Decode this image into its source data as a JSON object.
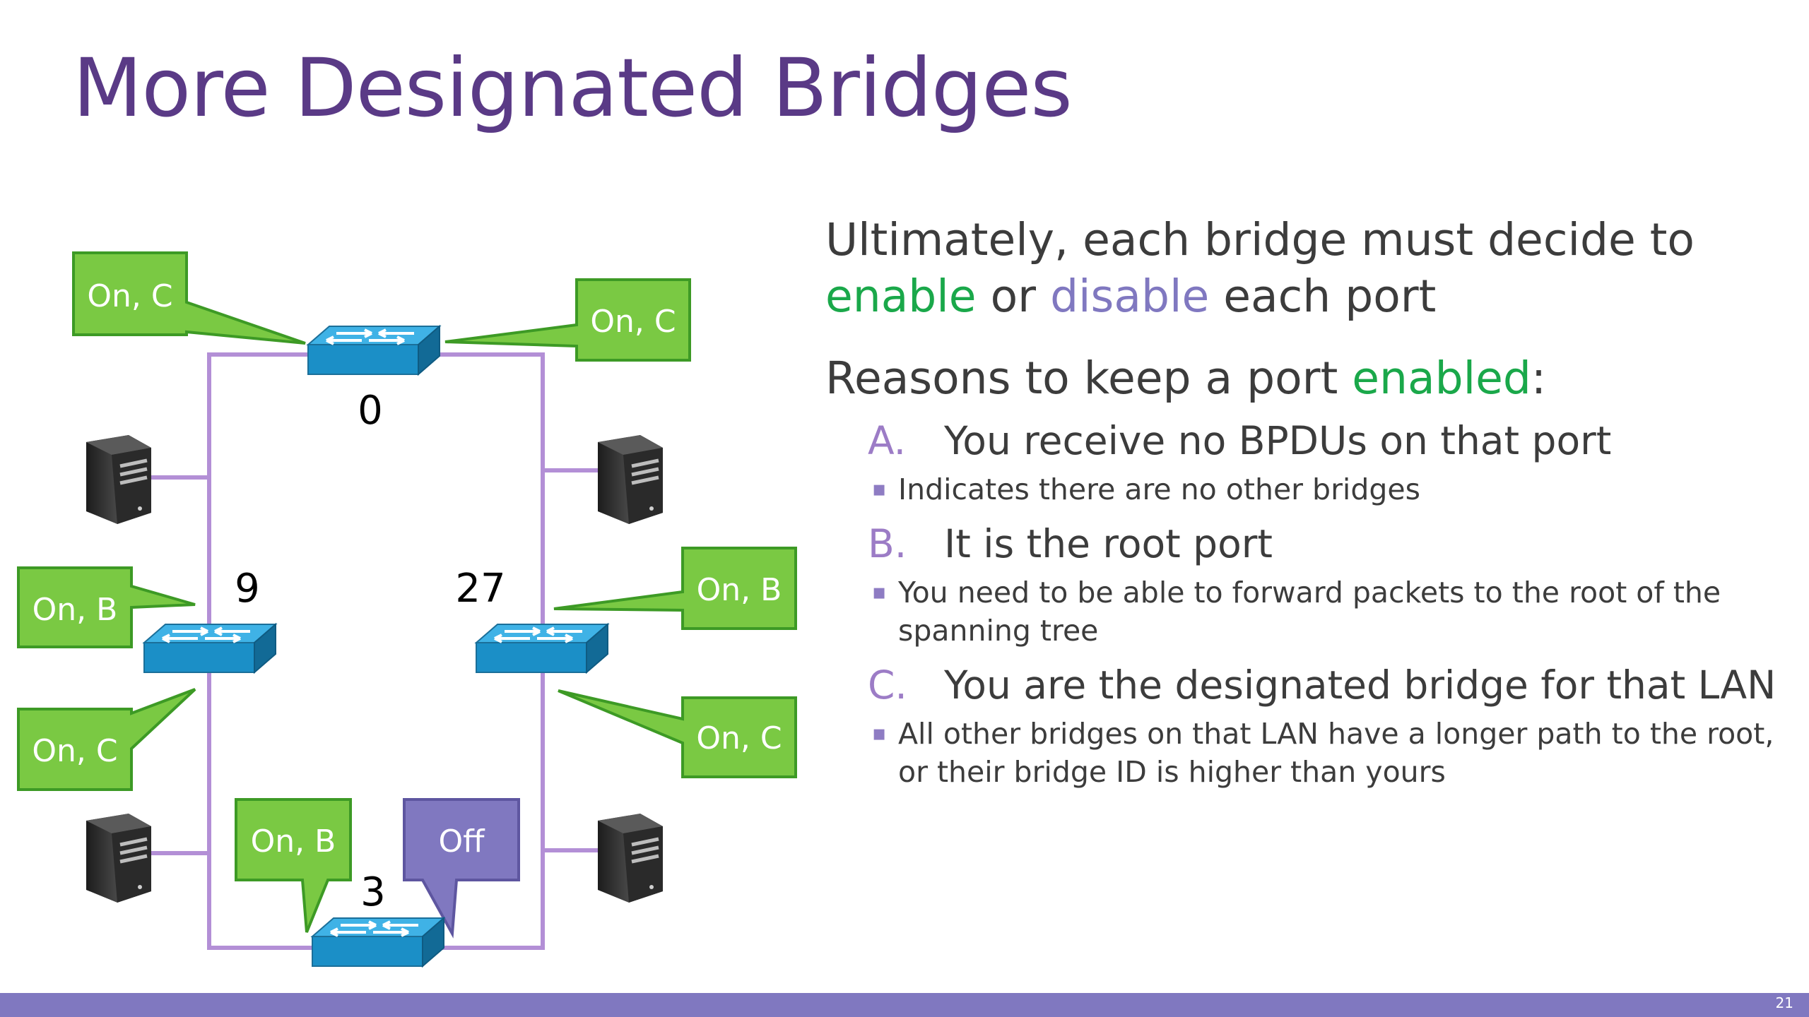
{
  "title": "More Designated Bridges",
  "colors": {
    "title": "#5a3a86",
    "callout_on": "#7ac943",
    "callout_off": "#8078c0",
    "link": "#b38fd6",
    "footer": "#8078c0"
  },
  "diagram": {
    "bridges": [
      {
        "id": "0",
        "label": "0"
      },
      {
        "id": "9",
        "label": "9"
      },
      {
        "id": "27",
        "label": "27"
      },
      {
        "id": "3",
        "label": "3"
      }
    ],
    "callouts": [
      {
        "text": "On, C"
      },
      {
        "text": "On, C"
      },
      {
        "text": "On, B"
      },
      {
        "text": "On, C"
      },
      {
        "text": "On, B"
      },
      {
        "text": "On, C"
      },
      {
        "text": "On, B"
      },
      {
        "text": "Off"
      }
    ],
    "hosts": [
      "server-icon",
      "server-icon",
      "server-icon",
      "server-icon"
    ]
  },
  "text": {
    "p1_part1": "Ultimately, each bridge must decide to",
    "p1_enable": "enable",
    "p1_or": " or ",
    "p1_disable": "disable",
    "p1_end": " each port",
    "p2_part1": "Reasons to keep a port ",
    "p2_enabled": "enabled",
    "p2_colon": ":",
    "items": [
      {
        "letter": "A.",
        "text": "You receive no BPDUs on that port",
        "sub": "Indicates there are no other bridges"
      },
      {
        "letter": "B.",
        "text": "It is the root port",
        "sub": "You need to be able to forward packets to the root of the spanning tree"
      },
      {
        "letter": "C.",
        "text": "You are the designated bridge for that LAN",
        "sub": "All other bridges on that LAN have a longer path to the root, or their bridge ID is higher than yours"
      }
    ],
    "bullet": "▪"
  },
  "footer": {
    "slide_number": "21"
  }
}
